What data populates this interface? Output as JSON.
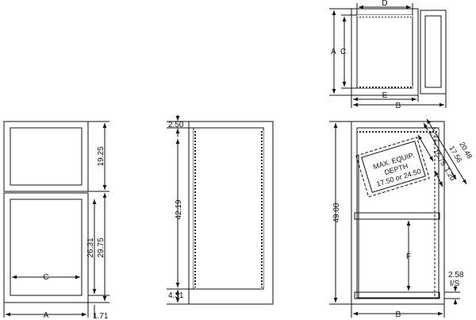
{
  "views": {
    "front": {
      "width_A": "A",
      "cabinet_C": "C",
      "top_height": "19.25",
      "lower_height_1": "26.31",
      "lower_height_2": "29.75",
      "base": "1.71"
    },
    "side": {
      "top": "2.50",
      "rail": "42.19",
      "bottom": "4.31"
    },
    "plan": {
      "D": "D",
      "A": "A",
      "C": "C",
      "E": "E",
      "B": "B"
    },
    "rack": {
      "total_height": "49.00",
      "F": "F",
      "B": "B",
      "depth_title_1": "MAX. EQUIP.",
      "depth_title_2": "DEPTH",
      "depth_values": "17.50 or 24.50",
      "dims": [
        "20.48",
        "17.56",
        "15.75",
        "1.72",
        "1.20"
      ],
      "is_value": "2.58",
      "is_label": "I/S"
    }
  }
}
